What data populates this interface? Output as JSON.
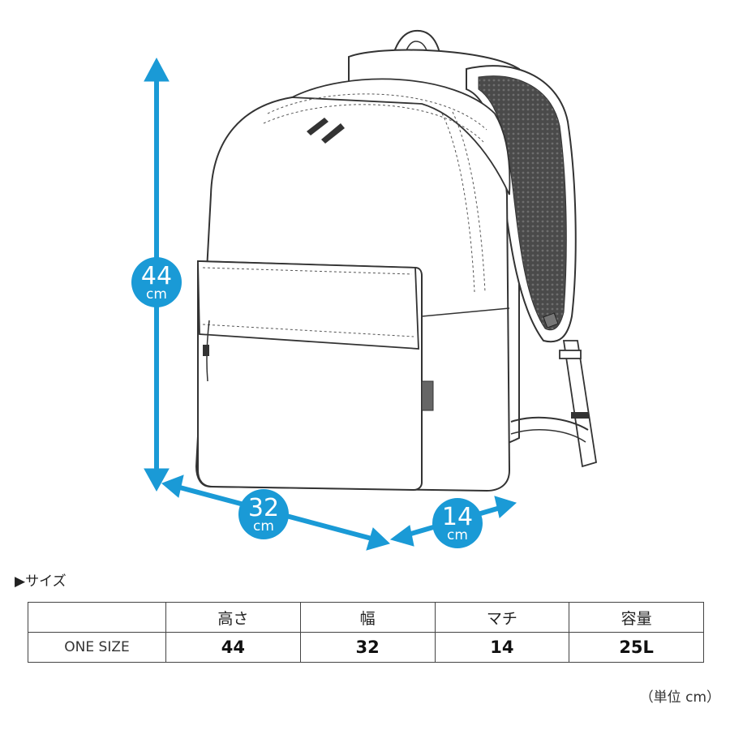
{
  "dimensions": {
    "height": {
      "value": "44",
      "unit": "cm"
    },
    "width": {
      "value": "32",
      "unit": "cm"
    },
    "depth": {
      "value": "14",
      "unit": "cm"
    }
  },
  "section_heading": "▶サイズ",
  "table": {
    "headers": [
      "",
      "高さ",
      "幅",
      "マチ",
      "容量"
    ],
    "rows": [
      {
        "label": "ONE SIZE",
        "values": [
          "44",
          "32",
          "14",
          "25L"
        ]
      }
    ]
  },
  "unit_note": "（単位 cm）",
  "colors": {
    "accent": "#1a9ad6",
    "outline": "#333333",
    "mesh": "#555555"
  }
}
